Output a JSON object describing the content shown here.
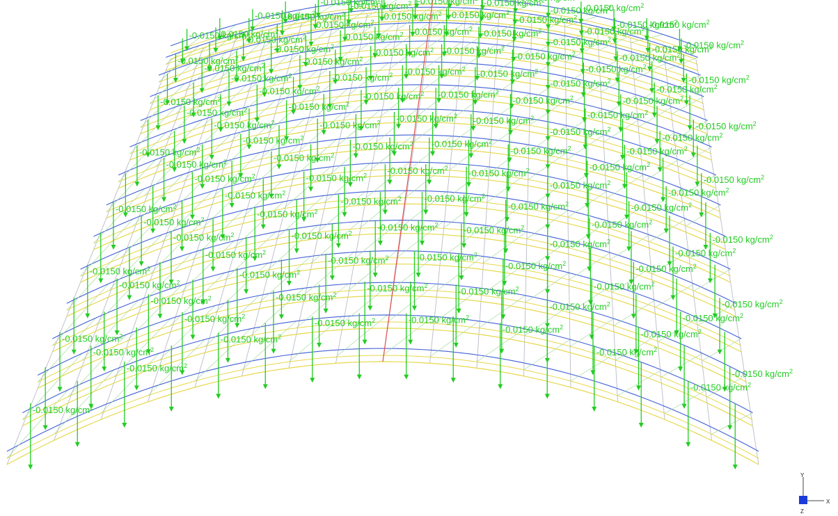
{
  "model": {
    "load_value": "-0.0150",
    "load_unit": "kg/cm",
    "load_unit_exponent": "2",
    "colors": {
      "load": "#22cc22",
      "frame_yellow": "#e6d84a",
      "frame_blue": "#3f5fd6",
      "frame_grey": "#b8bcc8",
      "center_member": "#e05050"
    }
  },
  "axis_triad": {
    "x_label": "X",
    "y_label": "Y",
    "z_label": "Z",
    "box_color": "#1a3cd8"
  }
}
